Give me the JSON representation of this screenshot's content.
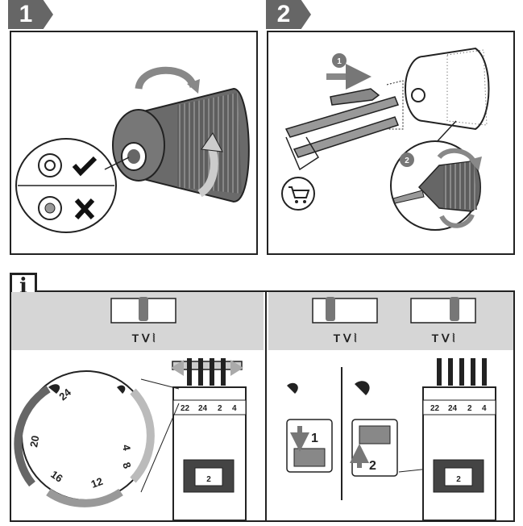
{
  "step1": {
    "number": "1"
  },
  "step2": {
    "number": "2",
    "sub_step_1": "1",
    "sub_step_2": "2"
  },
  "info": {
    "label": "i",
    "dial_numbers": [
      "24",
      "4",
      "8",
      "12",
      "16",
      "20"
    ],
    "collar_marks": [
      "22",
      "24",
      "2",
      "4"
    ],
    "sleeve_digit": "2",
    "right_step_1": "1",
    "right_step_2": "2"
  },
  "colors": {
    "tag": "#666666",
    "body": "#6b6b6b",
    "band": "#d6d6d6",
    "line": "#222222"
  },
  "icons": [
    "rotate-arrow-icon",
    "check-icon",
    "cross-icon",
    "shopping-cart-icon",
    "arm-muscle-icon",
    "bit-direction-icon"
  ]
}
